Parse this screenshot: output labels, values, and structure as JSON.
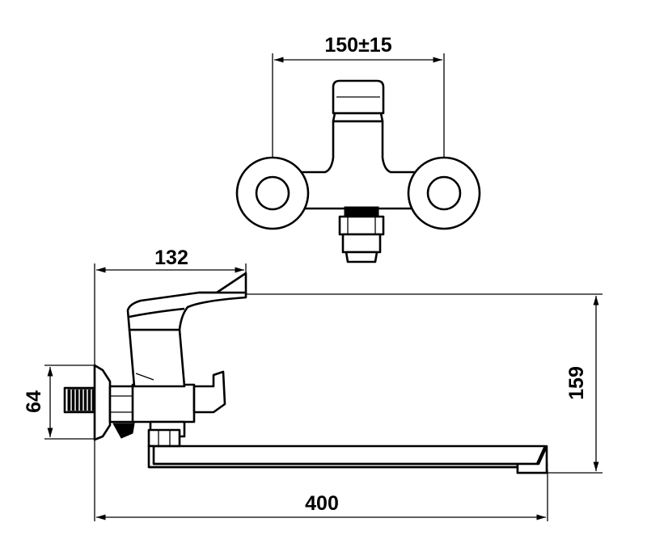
{
  "dimensions": {
    "inlet_spacing": "150±15",
    "handle_reach": "132",
    "flange_height": "64",
    "overall_height": "159",
    "spout_length": "400"
  },
  "colors": {
    "line": "#000000",
    "background": "#ffffff"
  }
}
